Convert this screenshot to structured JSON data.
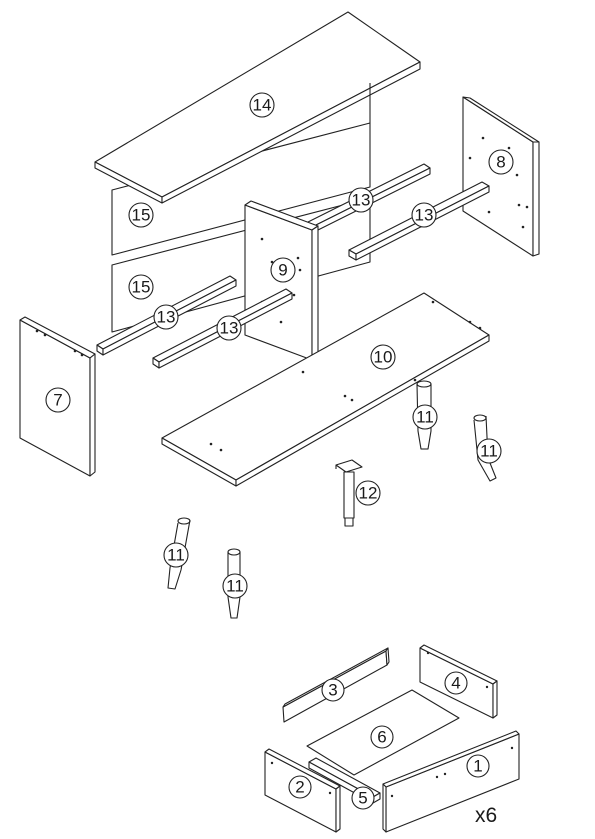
{
  "labels": {
    "top_panel": "14",
    "back_panel_upper": "15",
    "back_panel_lower": "15",
    "rail_upper_middle": "13",
    "rail_upper_right": "13",
    "rail_lower_left": "13",
    "rail_lower_middle": "13",
    "side_panel_right": "8",
    "divider_panel": "9",
    "side_panel_left": "7",
    "bottom_panel": "10",
    "leg_right_a": "11",
    "leg_right_b": "11",
    "leg_left_a": "11",
    "leg_left_b": "11",
    "center_support": "12",
    "drawer_front": "1",
    "drawer_side_left": "2",
    "drawer_back": "3",
    "drawer_side_right": "4",
    "drawer_runner": "5",
    "drawer_bottom": "6"
  },
  "drawer_quantity": "x6"
}
